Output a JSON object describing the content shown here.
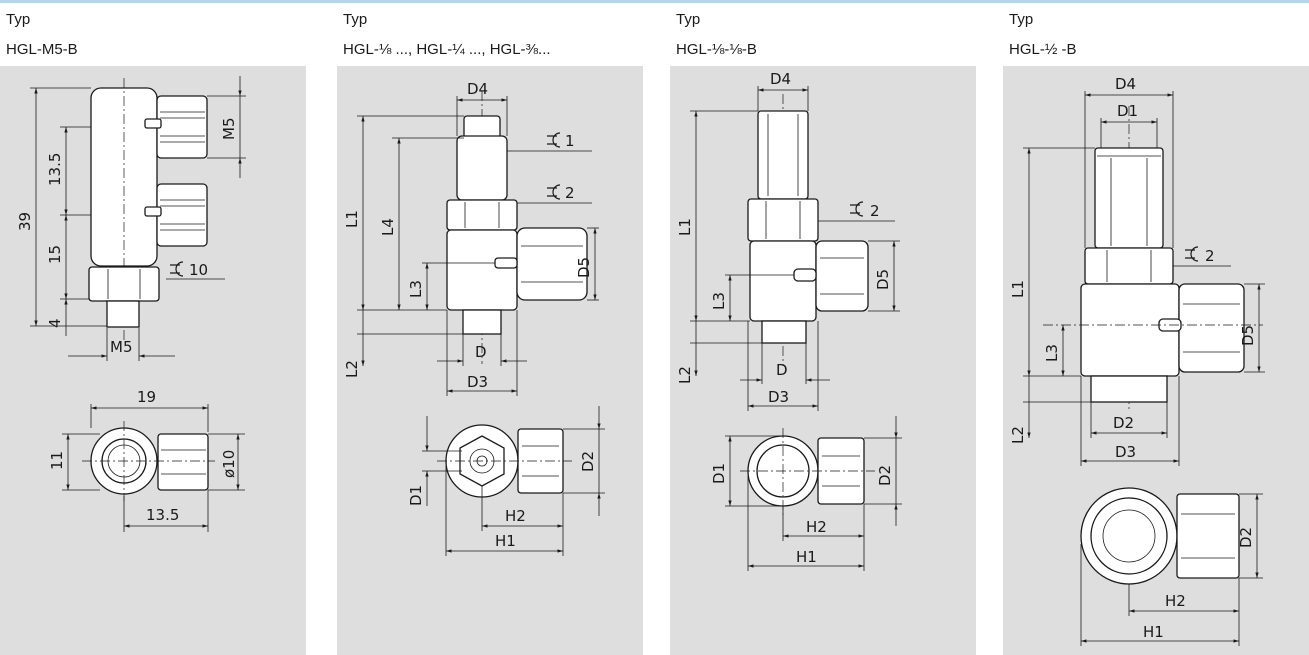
{
  "panels": [
    {
      "type_label": "Typ",
      "model": "HGL-M5-B",
      "dims": {
        "overall": "39",
        "a": "13.5",
        "b": "15",
        "c": "4",
        "thread_top": "M5",
        "thread_bottom": "M5",
        "wrench": "10",
        "width": "19",
        "height": "11",
        "dia": "ø10",
        "offset": "13.5"
      }
    },
    {
      "type_label": "Typ",
      "model": "HGL-⅛ ..., HGL-¼ ..., HGL-⅜...",
      "dims": {
        "D4": "D4",
        "wrench1": "1",
        "wrench2": "2",
        "L1": "L1",
        "L4": "L4",
        "L3": "L3",
        "L2": "L2",
        "D5": "D5",
        "D": "D",
        "D3": "D3",
        "D1": "D1",
        "D2": "D2",
        "H2": "H2",
        "H1": "H1"
      }
    },
    {
      "type_label": "Typ",
      "model": "HGL-⅛-⅛-B",
      "dims": {
        "D4": "D4",
        "wrench2": "2",
        "L1": "L1",
        "L3": "L3",
        "L2": "L2",
        "D5": "D5",
        "D": "D",
        "D3": "D3",
        "D1": "D1",
        "D2": "D2",
        "H2": "H2",
        "H1": "H1"
      }
    },
    {
      "type_label": "Typ",
      "model": "HGL-½ -B",
      "dims": {
        "D4": "D4",
        "D1": "D1",
        "wrench2": "2",
        "L1": "L1",
        "L3": "L3",
        "L2": "L2",
        "D5": "D5",
        "D2": "D2",
        "D3": "D3",
        "D2b": "D2",
        "H2": "H2",
        "H1": "H1"
      }
    }
  ],
  "icons": [
    "wrench-size-icon"
  ],
  "colors": {
    "panel_bg": "#dedede",
    "accent_bar": "#b3d6ea",
    "line": "#1a1a1a"
  }
}
